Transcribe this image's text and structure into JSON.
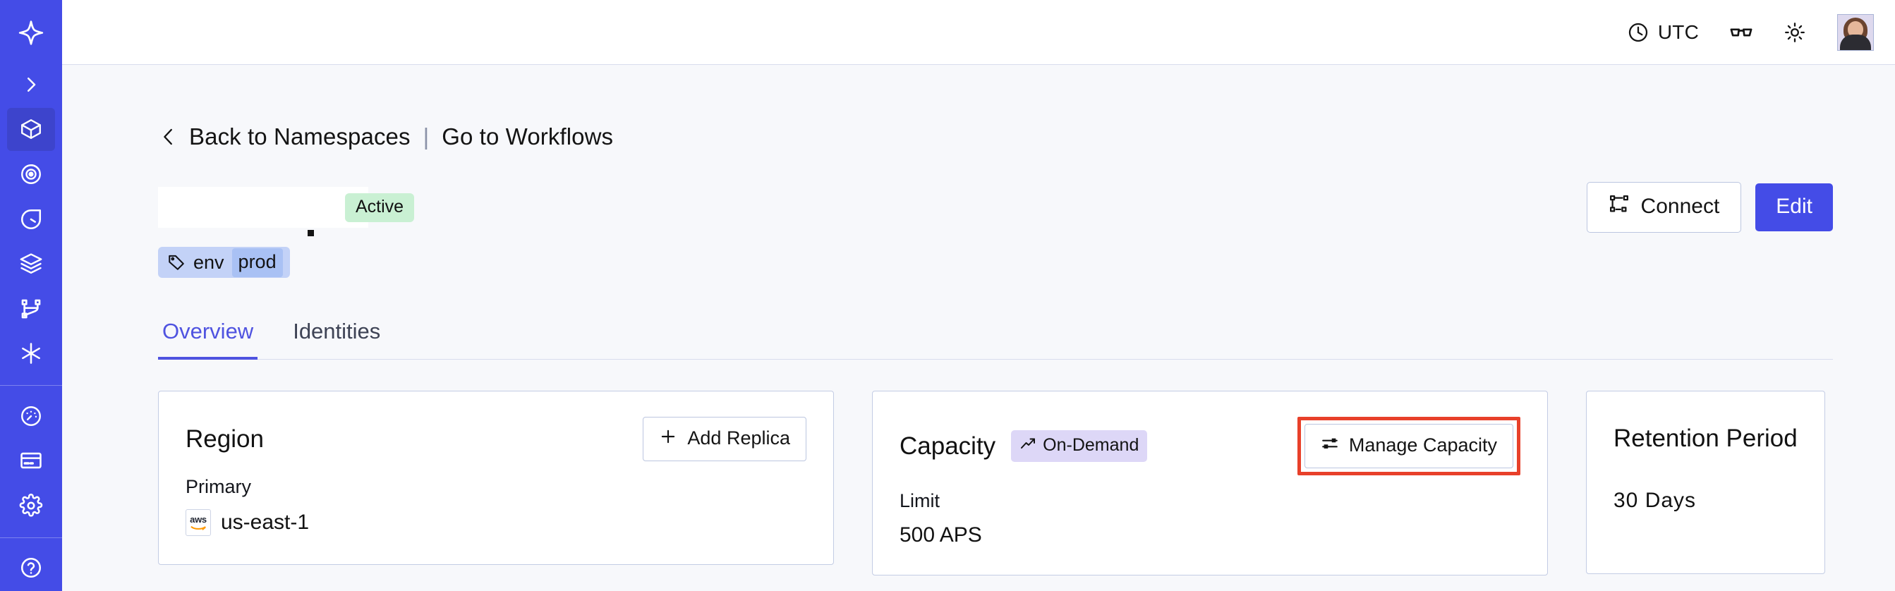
{
  "rail": {
    "logo": "temporal-logo",
    "items": [
      {
        "icon": "chevron-right-icon",
        "name": "expand-sidebar"
      },
      {
        "icon": "cube-icon",
        "name": "namespaces",
        "active": true
      },
      {
        "icon": "eye-radar-icon",
        "name": "observability"
      },
      {
        "icon": "timer-icon",
        "name": "schedules"
      },
      {
        "icon": "layers-icon",
        "name": "batch-operations"
      },
      {
        "icon": "git-branch-icon",
        "name": "workflows"
      },
      {
        "icon": "asterisk-icon",
        "name": "nexus"
      }
    ],
    "bottom_items": [
      {
        "icon": "gauge-icon",
        "name": "usage"
      },
      {
        "icon": "credit-card-icon",
        "name": "billing"
      },
      {
        "icon": "gear-icon",
        "name": "settings"
      }
    ]
  },
  "topbar": {
    "timezone_label": "UTC",
    "clock_icon": "clock-icon",
    "glasses_icon": "glasses-icon",
    "theme_icon": "sun-icon",
    "avatar": "user-avatar"
  },
  "breadcrumb": {
    "back_icon": "chevron-left-icon",
    "back_label": "Back to Namespaces",
    "divider": "|",
    "forward_label": "Go to Workflows"
  },
  "header": {
    "namespace_title": "",
    "status_badge": "Active",
    "connect_label": "Connect",
    "connect_icon": "connect-flow-icon",
    "edit_label": "Edit"
  },
  "tag": {
    "icon": "tag-icon",
    "key": "env",
    "value": "prod"
  },
  "tabs": [
    {
      "label": "Overview",
      "active": true
    },
    {
      "label": "Identities",
      "active": false
    }
  ],
  "cards": {
    "region": {
      "title": "Region",
      "action_label": "Add Replica",
      "action_icon": "plus-icon",
      "sub_label": "Primary",
      "provider_icon": "aws-logo",
      "provider_text": "aws",
      "value": "us-east-1"
    },
    "capacity": {
      "title": "Capacity",
      "badge_label": "On-Demand",
      "badge_icon": "trending-up-icon",
      "action_label": "Manage Capacity",
      "action_icon": "sliders-icon",
      "action_highlighted": true,
      "sub_label": "Limit",
      "value": "500 APS"
    },
    "retention": {
      "title": "Retention Period",
      "value": "30 Days"
    }
  },
  "colors": {
    "rail_bg": "#444ce7",
    "rail_active": "#3d44cc",
    "accent": "#444ce7",
    "tab_active": "#4f53e0",
    "page_bg": "#f7f8fb",
    "card_border": "#c3cce4",
    "status_active_bg": "#c9f0d3",
    "badge_ondemand_bg": "#ddd7f7",
    "tag_bg": "#c3d2f7",
    "tag_value_bg": "#a9c1f4",
    "highlight_red": "#e8402a"
  }
}
